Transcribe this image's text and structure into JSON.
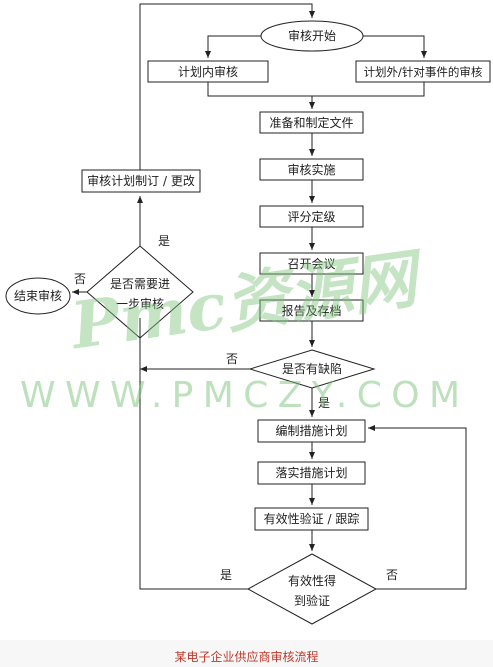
{
  "diagram": {
    "start": "审核开始",
    "internal_audit": "计划内审核",
    "external_audit": "计划外/针对事件的审核",
    "prepare_docs": "准备和制定文件",
    "implement": "审核实施",
    "rating": "评分定级",
    "meeting": "召开会议",
    "report": "报告及存档",
    "has_defects": "是否有缺陷",
    "plan_measures": "编制措施计划",
    "execute_measures": "落实措施计划",
    "verify": "有效性验证 / 跟踪",
    "verified_line1": "有效性得",
    "verified_line2": "到验证",
    "need_more_line1": "是否需要进",
    "need_more_line2": "一步审核",
    "end": "结束审核",
    "revise_plan": "审核计划制订 / 更改",
    "yes": "是",
    "no": "否"
  },
  "watermark": {
    "logo": "Pmc资源网",
    "url": "WWW.PMCZY.COM"
  },
  "caption": "某电子企业供应商审核流程"
}
